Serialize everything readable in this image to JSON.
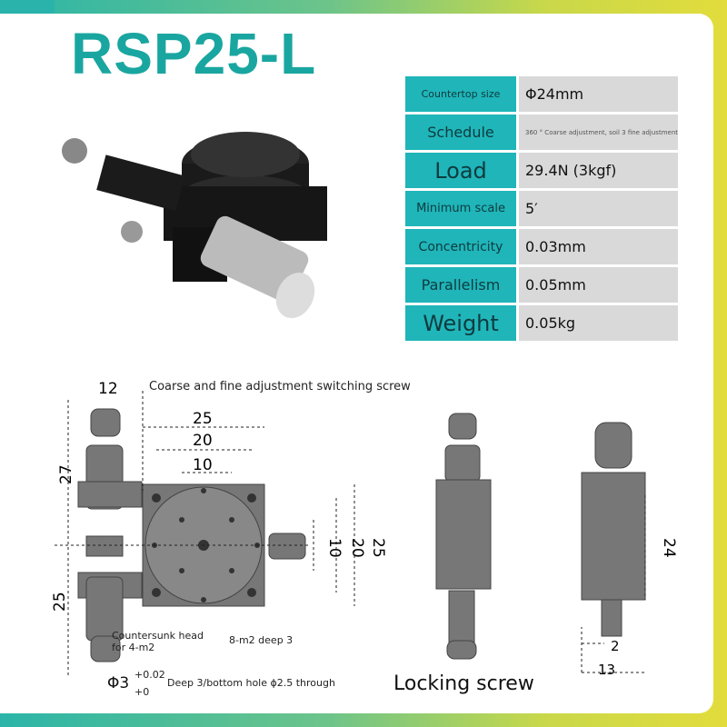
{
  "title": "RSP25-L",
  "specs": [
    {
      "label": "Countertop size",
      "value": "Φ24mm"
    },
    {
      "label": "Schedule",
      "value": "360 ° Coarse adjustment, soil 3 fine adjustment"
    },
    {
      "label": "Load",
      "value": "29.4N (3kgf)"
    },
    {
      "label": "Minimum scale",
      "value": "5′"
    },
    {
      "label": "Concentricity",
      "value": "0.03mm"
    },
    {
      "label": "Parallelism",
      "value": "0.05mm"
    },
    {
      "label": "Weight",
      "value": "0.05kg"
    }
  ],
  "drawing": {
    "switch_screw": "Coarse and fine adjustment switching screw",
    "countersunk": "Countersunk head",
    "countersunk2": "for 4-m2",
    "m2": "8-m2 deep 3",
    "bottom_hole": "Deep 3/bottom hole ϕ2.5 through",
    "phi3": "Φ3",
    "tol_plus": "+0.02",
    "tol_zero": "+0",
    "locking": "Locking screw",
    "dims": {
      "d12": "12",
      "d25t": "25",
      "d20t": "20",
      "d10t": "10",
      "d27": "27",
      "d25l": "25",
      "d10r": "10",
      "d20r": "20",
      "d25r": "25",
      "d24": "24",
      "d2": "2",
      "d13": "13"
    }
  }
}
